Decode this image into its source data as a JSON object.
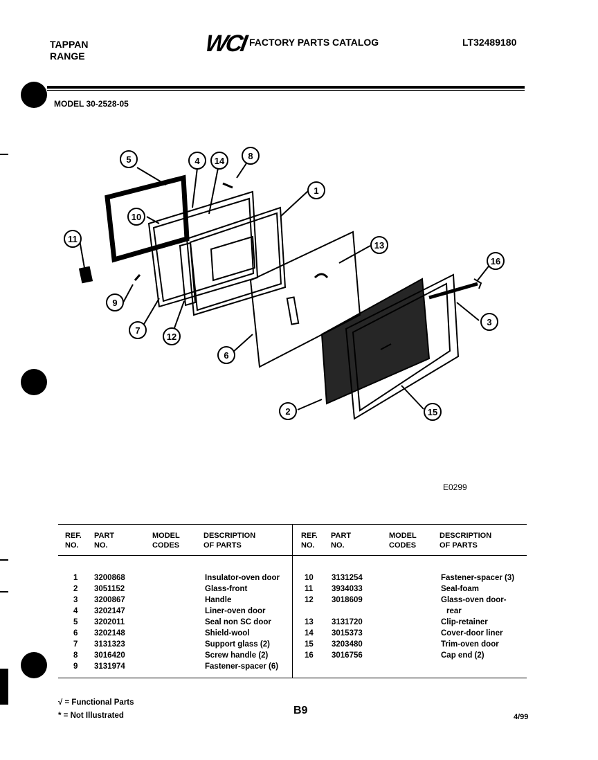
{
  "header": {
    "brand_line1": "TAPPAN",
    "brand_line2": "RANGE",
    "logo": "WCI",
    "catalog_title": "FACTORY PARTS CATALOG",
    "doc_number": "LT32489180"
  },
  "model": "MODEL 30-2528-05",
  "diagram": {
    "figure_code": "E0299",
    "callouts": [
      "1",
      "2",
      "3",
      "4",
      "5",
      "6",
      "7",
      "8",
      "9",
      "10",
      "11",
      "12",
      "13",
      "14",
      "15",
      "16"
    ]
  },
  "table": {
    "headers": {
      "ref_no": [
        "REF.",
        "NO."
      ],
      "part_no": [
        "PART",
        "NO."
      ],
      "model_codes": [
        "MODEL",
        "CODES"
      ],
      "description": [
        "DESCRIPTION",
        "OF PARTS"
      ]
    },
    "left_rows": [
      {
        "ref": "1",
        "part": "3200868",
        "desc": "Insulator-oven door"
      },
      {
        "ref": "2",
        "part": "3051152",
        "desc": "Glass-front"
      },
      {
        "ref": "3",
        "part": "3200867",
        "desc": "Handle"
      },
      {
        "ref": "4",
        "part": "3202147",
        "desc": "Liner-oven door"
      },
      {
        "ref": "5",
        "part": "3202011",
        "desc": "Seal non SC door"
      },
      {
        "ref": "6",
        "part": "3202148",
        "desc": "Shield-wool"
      },
      {
        "ref": "7",
        "part": "3131323",
        "desc": "Support glass (2)"
      },
      {
        "ref": "8",
        "part": "3016420",
        "desc": "Screw handle (2)"
      },
      {
        "ref": "9",
        "part": "3131974",
        "desc": "Fastener-spacer (6)"
      }
    ],
    "right_rows": [
      {
        "ref": "10",
        "part": "3131254",
        "desc": "Fastener-spacer (3)"
      },
      {
        "ref": "11",
        "part": "3934033",
        "desc": "Seal-foam"
      },
      {
        "ref": "12",
        "part": "3018609",
        "desc": "Glass-oven door-",
        "desc2": "rear"
      },
      {
        "ref": "13",
        "part": "3131720",
        "desc": "Clip-retainer"
      },
      {
        "ref": "14",
        "part": "3015373",
        "desc": "Cover-door liner"
      },
      {
        "ref": "15",
        "part": "3203480",
        "desc": "Trim-oven door"
      },
      {
        "ref": "16",
        "part": "3016756",
        "desc": "Cap end (2)"
      }
    ]
  },
  "footer": {
    "legend_functional": "√ = Functional Parts",
    "legend_not_illustrated": "* = Not Illustrated",
    "page_number": "B9",
    "date": "4/99"
  }
}
